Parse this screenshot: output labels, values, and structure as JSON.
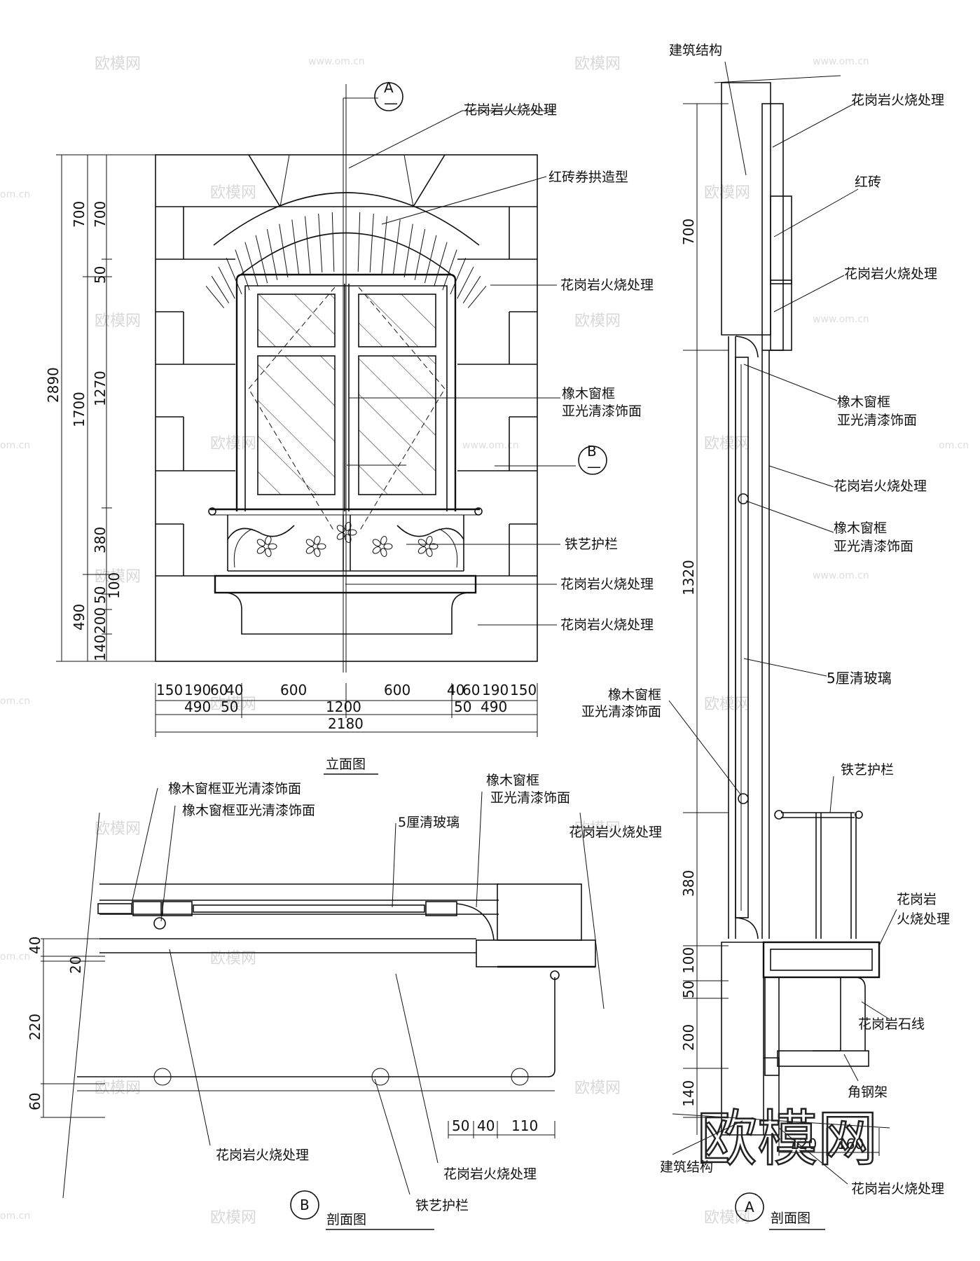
{
  "elevation": {
    "title": "立面图",
    "section_marks": [
      {
        "letter": "A",
        "sub": "—"
      },
      {
        "letter": "B",
        "sub": "—"
      }
    ],
    "labels": [
      "花岗岩火烧处理",
      "红砖券拱造型",
      "花岗岩火烧处理",
      "橡木窗框",
      "亚光清漆饰面",
      "铁艺护栏",
      "花岗岩火烧处理",
      "花岗岩火烧处理"
    ],
    "dims_v_outer": [
      "2890"
    ],
    "dims_v_mid": [
      "700",
      "1700",
      "490"
    ],
    "dims_v_inner": [
      "700",
      "50",
      "1270",
      "380",
      "50",
      "100",
      "200",
      "140"
    ],
    "dims_h_top": [
      "150",
      "190",
      "60",
      "40",
      "600",
      "600",
      "40",
      "60",
      "190",
      "150"
    ],
    "dims_h_mid": [
      "490",
      "50",
      "1200",
      "50",
      "490"
    ],
    "dims_h_total": [
      "2180"
    ]
  },
  "section_b": {
    "mark": "B",
    "title": "剖面图",
    "labels": [
      "橡木窗框亚光清漆饰面",
      "橡木窗框亚光清漆饰面",
      "5厘清玻璃",
      "橡木窗框",
      "亚光清漆饰面",
      "花岗岩火烧处理",
      "花岗岩火烧处理",
      "花岗岩火烧处理",
      "铁艺护栏"
    ],
    "dims_v": [
      "40",
      "20",
      "220",
      "60"
    ],
    "dims_h": [
      "50",
      "40",
      "110"
    ]
  },
  "section_a": {
    "mark": "A",
    "title": "剖面图",
    "labels": [
      "建筑结构",
      "花岗岩火烧处理",
      "红砖",
      "花岗岩火烧处理",
      "橡木窗框",
      "亚光清漆饰面",
      "花岗岩火烧处理",
      "橡木窗框",
      "亚光清漆饰面",
      "5厘清玻璃",
      "橡木窗框",
      "亚光清漆饰面",
      "铁艺护栏",
      "花岗岩",
      "火烧处理",
      "花岗岩石线",
      "角钢架",
      "建筑结构",
      "花岗岩火烧处理"
    ],
    "dims_v": [
      "700",
      "1320",
      "380",
      "100",
      "50",
      "200",
      "140"
    ],
    "dims_h": [
      "120",
      "160"
    ]
  },
  "watermark": {
    "logo": "欧模网",
    "small": "欧模网",
    "url": "www.om.cn",
    "url_short": "om.cn"
  }
}
